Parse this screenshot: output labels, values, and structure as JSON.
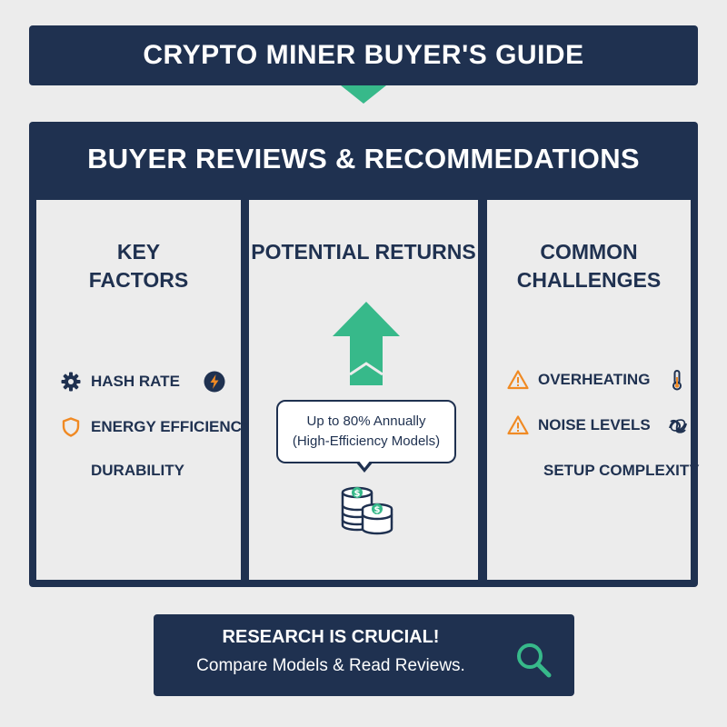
{
  "header": {
    "title": "Crypto Miner Buyer's Guide"
  },
  "panel": {
    "title": "Buyer Reviews & Recommedations",
    "columns": {
      "key_factors": {
        "title_line1": "Key",
        "title_line2": "Factors",
        "items": [
          {
            "label": "Hash Rate",
            "icon": "gear-icon",
            "trailing_icon": "lightning-icon"
          },
          {
            "label": "Energy Efficiency",
            "icon": "shield-icon"
          },
          {
            "label": "Durability"
          }
        ]
      },
      "potential_returns": {
        "title": "Potential Returns",
        "callout_line1": "Up to 80% Annually",
        "callout_line2": "(High-Efficiency Models)",
        "icons": [
          "up-arrow-icon",
          "coin-stack-icon"
        ]
      },
      "common_challenges": {
        "title_line1": "Common",
        "title_line2": "Challenges",
        "items": [
          {
            "label": "Overheating",
            "icon": "warning-icon",
            "trailing_icon": "thermometer-icon"
          },
          {
            "label": "Noise Levels",
            "icon": "warning-icon",
            "trailing_icon": "tangled-wire-icon"
          },
          {
            "label": "Setup Complexity"
          }
        ]
      }
    }
  },
  "footer": {
    "line1": "Research is Crucial!",
    "line2": "Compare Models & Read Reviews.",
    "icon": "search-icon"
  },
  "colors": {
    "navy": "#1f3150",
    "accent_green": "#37b98a",
    "warning_orange": "#f08a24",
    "background": "#ececec"
  }
}
